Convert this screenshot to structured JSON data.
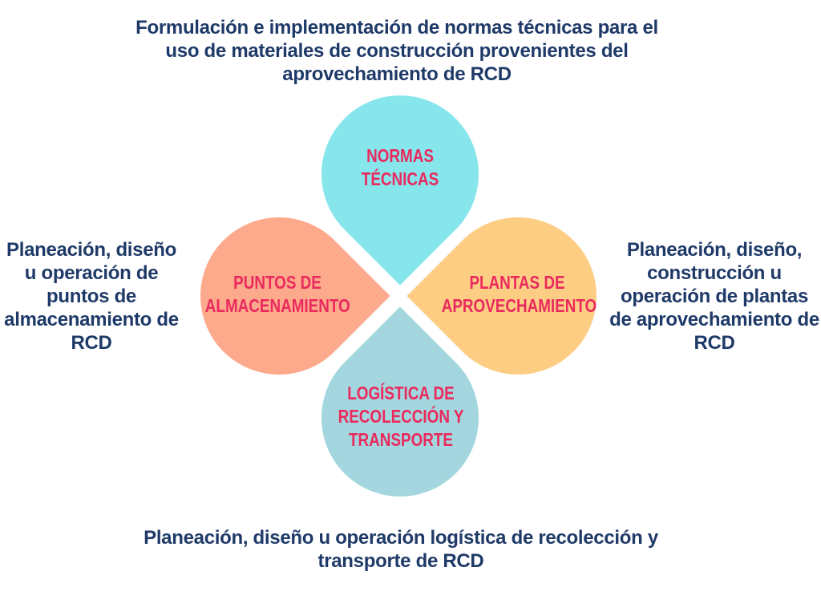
{
  "descriptions": {
    "top": "Formulación e implementación de normas técnicas para el uso de materiales de construcción provenientes del aprovechamiento de RCD",
    "left": "Planeación, diseño u operación de puntos de almacenamiento de RCD",
    "right": "Planeación, diseño, construcción u operación de plantas de aprovechamiento de RCD",
    "bottom": "Planeación, diseño u operación logística de recolección y transporte de RCD"
  },
  "petals": {
    "top": {
      "line1": "NORMAS",
      "line2": "TÉCNICAS",
      "color": "#86e6ec"
    },
    "left": {
      "line1": "PUNTOS DE",
      "line2": "ALMACENAMIENTO",
      "color": "#fda98c"
    },
    "right": {
      "line1": "PLANTAS DE",
      "line2": "APROVECHAMIENTO",
      "color": "#fecd84"
    },
    "bottom": {
      "line1": "LOGÍSTICA DE",
      "line2": "RECOLECCIÓN Y",
      "line3": "TRANSPORTE",
      "color": "#a3d6de"
    }
  },
  "colors": {
    "description_text": "#1f3a68",
    "petal_text": "#ea2a5e"
  }
}
